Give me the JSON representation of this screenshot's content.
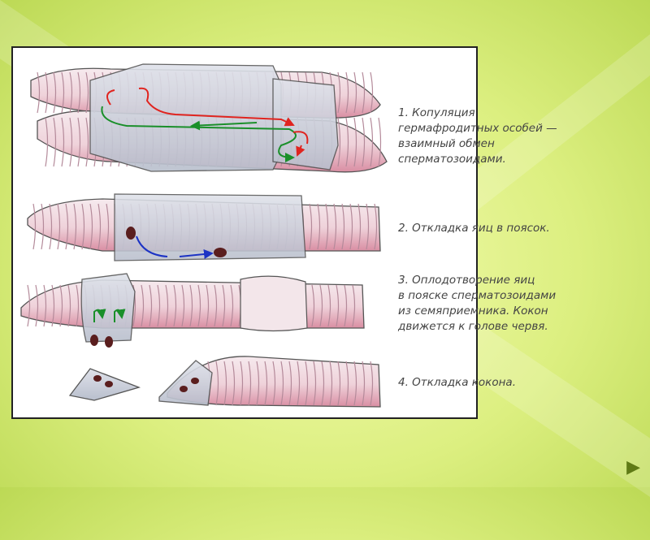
{
  "captions": {
    "step1": "1. Копуляция\nгермафродитных особей —\nвзаимный обмен\nсперматозоидами.",
    "step2": "2. Откладка яиц в поясок.",
    "step3": "3. Оплодотворение яиц\nв пояске сперматозоидами\nиз семяприемника. Кокон\nдвижется к голове червя.",
    "step4": "4. Откладка кокона."
  },
  "colors": {
    "worm_body": "#f1dde3",
    "worm_segment": "#c7a3b1",
    "worm_band": "#d98ea3",
    "clitellum": "#c8cdd8",
    "egg": "#5a1e1e",
    "arrow_red": "#e0241f",
    "arrow_green": "#1a8f2a",
    "arrow_blue": "#1c33c4",
    "slide_bg_accent": "#cde568"
  },
  "icons": {
    "nav": "play-triangle-icon"
  }
}
